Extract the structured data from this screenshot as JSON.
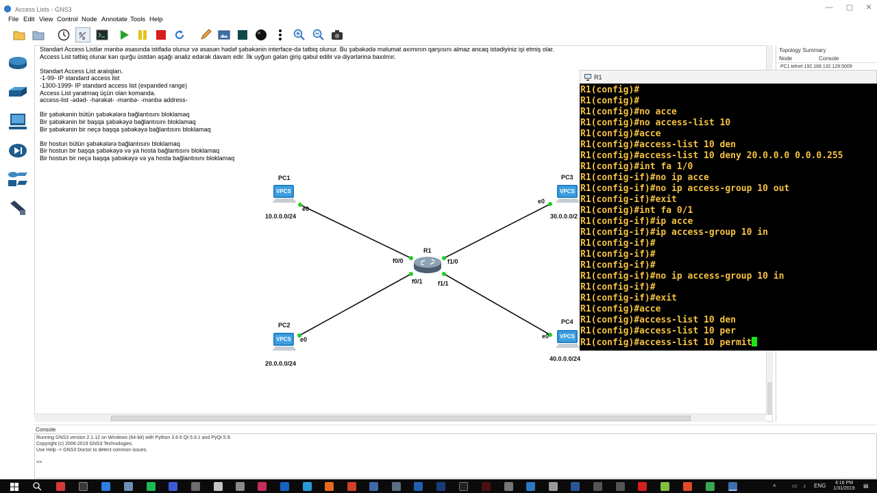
{
  "window": {
    "title": "Access Lists - GNS3",
    "minimize": "—",
    "maximize": "▢",
    "close": "✕"
  },
  "menu": [
    "File",
    "Edit",
    "View",
    "Control",
    "Node",
    "Annotate",
    "Tools",
    "Help"
  ],
  "notes": {
    "lines": [
      "Standart Access Listlər mənbə əsasında istifadə olunur və əsasən hədəf şəbəkənin interface-də tətbiq olunur. Bu şəbəkədə məlumat axımının qarşısını almaz ancaq istədiyiniz işi etmiş olar.",
      "Access List tətbiq olunar kən qurğu üstdən aşağı analiz edərək davam edir. İlk uyğun gələn giriş qəbul edilir və diyərlərinə baxılmır.",
      "",
      "Standart Access List aralıqları.",
      "-1-99- IP standard access list",
      "-1300-1999- IP standard access list (expanded range)",
      "Access List yaratmaq üçün olan komanda.",
      "access-list -ədəd- -hərəkət- -mənbə- -mənbə address-",
      "",
      "Bir şəbəkənin bütün şəbəkələrə bağlantısını bloklamaq",
      "Bir şəbəkənin bir başqa şəbəkəyə bağlantısını bloklamaq",
      "Bir şəbəkənin bir neçə başqa şəbəkəyə bağlantısını bloklamaq",
      "",
      "Bir hostun bütün şəbəkələrə bağlantısını bloklamaq",
      "Bir hostun bir başqa şəbəkəyə və ya hosta bağlantısını bloklamaq",
      "Bir hostun bir neçə başqa şəbəkəyə və ya hosta bağlantısını bloklamaq"
    ]
  },
  "topology": {
    "router": {
      "name": "R1",
      "ports": [
        "f0/0",
        "f1/0",
        "f0/1",
        "f1/1"
      ]
    },
    "pcs": [
      {
        "name": "PC1",
        "icon_text": "VPCS",
        "port": "e0",
        "subnet": "10.0.0.0/24"
      },
      {
        "name": "PC2",
        "icon_text": "VPCS",
        "port": "e0",
        "subnet": "20.0.0.0/24"
      },
      {
        "name": "PC3",
        "icon_text": "VPCS",
        "port": "e0",
        "subnet": "30.0.0.0/2"
      },
      {
        "name": "PC4",
        "icon_text": "VPCS",
        "port": "e0",
        "subnet": "40.0.0.0/24"
      }
    ]
  },
  "topology_summary": {
    "title": "Topology Summary",
    "col_node": "Node",
    "col_console": "Console",
    "row": "PC1 telnet 192.168.132.128:5009"
  },
  "console_window": {
    "title": "R1",
    "lines": [
      "R1(config)#",
      "R1(config)#",
      "R1(config)#no acce",
      "R1(config)#no access-list 10",
      "R1(config)#acce",
      "R1(config)#access-list 10 den",
      "R1(config)#access-list 10 deny 20.0.0.0 0.0.0.255",
      "R1(config)#int fa 1/0",
      "R1(config-if)#no ip acce",
      "R1(config-if)#no ip access-group 10 out",
      "R1(config-if)#exit",
      "R1(config)#int fa 0/1",
      "R1(config-if)#ip acce",
      "R1(config-if)#ip access-group 10 in",
      "R1(config-if)#",
      "R1(config-if)#",
      "R1(config-if)#",
      "R1(config-if)#no ip access-group 10 in",
      "R1(config-if)#",
      "R1(config-if)#exit",
      "R1(config)#acce",
      "R1(config)#access-list 10 den",
      "R1(config)#access-list 10 per",
      "R1(config)#access-list 10 permit"
    ]
  },
  "bottom_console": {
    "title": "Console",
    "lines": [
      "Running GNS3 version 2.1.12 on Windows (64-bit) with Python 3.6.6 Qt 5.9.1 and PyQt 5.9.",
      "Copyright (c) 2006-2019 GNS3 Technologies.",
      "Use Help -> GNS3 Doctor to detect common issues.",
      "",
      "=>"
    ]
  },
  "taskbar": {
    "lang": "ENG",
    "time": "4:16 PM",
    "date": "1/31/2019"
  },
  "colors": {
    "terminal_bg": "#000000",
    "terminal_text": "#f5c242",
    "link_green": "#22cc22",
    "vpcs_blue": "#1f7fc4"
  }
}
